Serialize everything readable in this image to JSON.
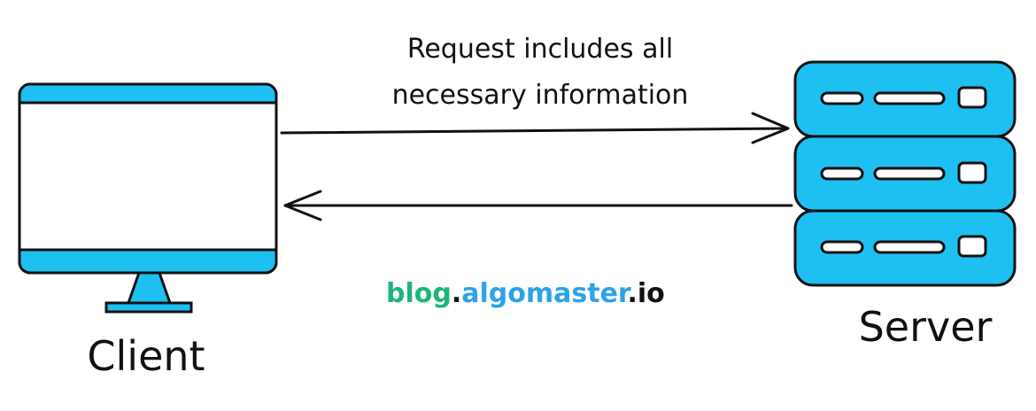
{
  "request_label_line1": "Request includes all",
  "request_label_line2": "necessary information",
  "client_label": "Client",
  "server_label": "Server",
  "watermark": {
    "part1": "blog",
    "dot1": ".",
    "part2": "algomaster",
    "dot2": ".",
    "part3": "io"
  },
  "colors": {
    "accent": "#1EC0F2",
    "stroke": "#111111",
    "watermark_green": "#1BB675",
    "watermark_blue": "#2DA3E6",
    "watermark_dark": "#111111"
  }
}
